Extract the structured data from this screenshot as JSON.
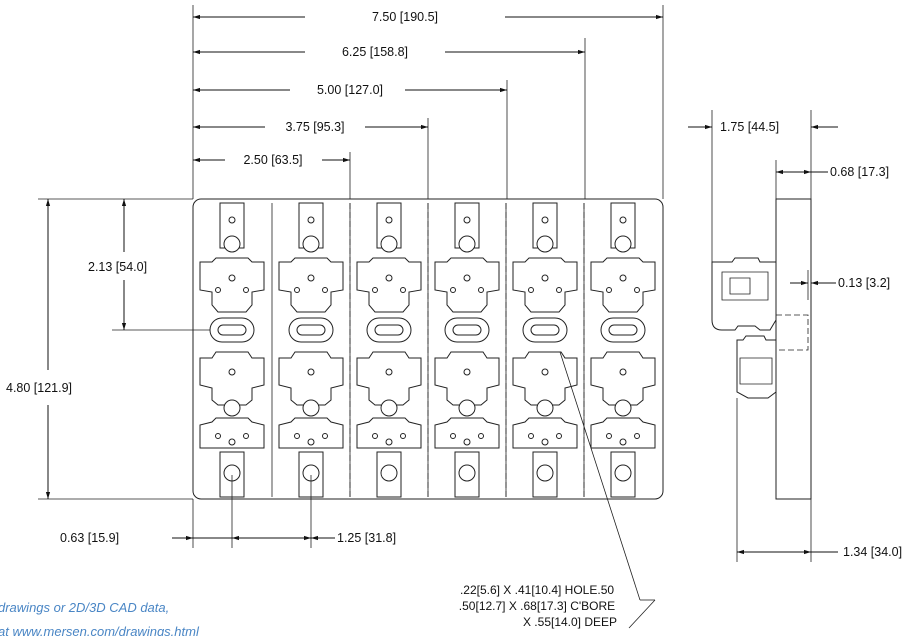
{
  "dimensions": {
    "overall_width": "7.50 [190.5]",
    "pos_6": "6.25 [158.8]",
    "pos_5": "5.00 [127.0]",
    "pos_4": "3.75 [95.3]",
    "pos_3": "2.50 [63.5]",
    "side_width": "1.75 [44.5]",
    "side_depth": "0.68 [17.3]",
    "side_offset": "0.13 [3.2]",
    "side_bottom": "1.34 [34.0]",
    "hole_height": "2.13 [54.0]",
    "overall_height": "4.80 [121.9]",
    "left_edge": "0.63 [15.9]",
    "pitch": "1.25 [31.8]"
  },
  "hole_callout": {
    "line1": ".22[5.6] X .41[10.4] HOLE.50",
    "line2": ".50[12.7] X .68[17.3] C'BORE",
    "line3": "X .55[14.0] DEEP"
  },
  "footer": {
    "line1": "drawings or 2D/3D CAD data,",
    "line2": "at www.mersen.com/drawings.html"
  }
}
